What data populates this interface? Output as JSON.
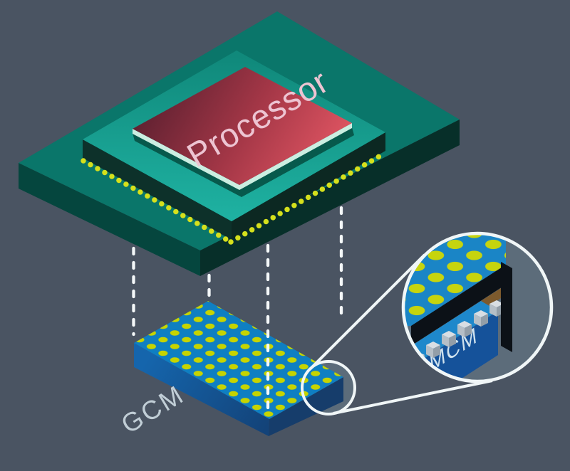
{
  "illustration": {
    "background_color": "#4A5462",
    "board": {
      "top_color": "#0A766A",
      "side_left_color": "#05463E",
      "side_right_color": "#072F29"
    },
    "processor_module": {
      "label": "Processor",
      "label_color": "#EDC4D2",
      "substrate_top_dark": "#10897B",
      "substrate_top_light": "#1FB3A3",
      "substrate_side_left": "#0D312A",
      "substrate_side_right": "#0C2822",
      "die_color_dark": "#5C2030",
      "die_color_mid": "#A23646",
      "die_color_bright": "#E25663",
      "die_edge_color": "#CBEEE1",
      "die_shadow_color": "#07594C",
      "solder_ball_color": "#D6E01C"
    },
    "gcm": {
      "label": "GCM",
      "label_color": "#C1CED6",
      "top_color": "#0F7FC2",
      "pad_color": "#C6D400",
      "side_left_color": "#1565AC",
      "side_left_dark": "#134379",
      "side_right_color": "#163D6B"
    },
    "projection_lines": {
      "color": "#F4F8F9"
    },
    "magnifier": {
      "label": "MCM",
      "label_color": "#CFE2EE",
      "fill_color": "#5C6C7A",
      "stroke_color": "#F0F6F7",
      "top_color": "#1A85C6",
      "pad_color": "#C6D40E",
      "edge_black": "#0C1117",
      "substrate_brown": "#7D5A2D",
      "lower_top_color": "#1E88CB",
      "lower_front_color": "#15529A",
      "cube_top": "#D9DEE3",
      "cube_front": "#B6BFC7",
      "cube_side": "#939EA8"
    }
  }
}
